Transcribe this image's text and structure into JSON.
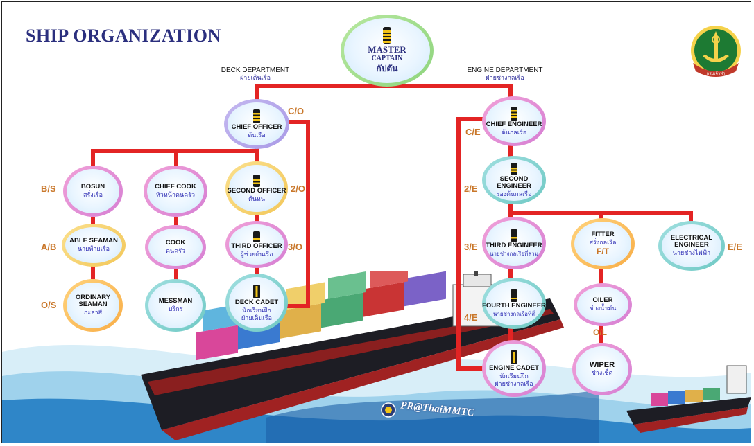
{
  "title": "SHIP ORGANIZATION",
  "watermark": "PR@ThaiMMTC",
  "emblem": {
    "icon": "thai-marine-emblem",
    "text": "กรมเจ้าท่า"
  },
  "departments": {
    "deck": {
      "en": "DECK DEPARTMENT",
      "th": "ฝ่ายเดินเรือ"
    },
    "engine": {
      "en": "ENGINE DEPARTMENT",
      "th": "ฝ่ายช่างกลเรือ"
    }
  },
  "master": {
    "en1": "MASTER",
    "en2": "CAPTAIN",
    "th": "กัปตัน"
  },
  "deck": {
    "chief_officer": {
      "en": "CHIEF OFFICER",
      "th": "ต้นเรือ",
      "abbr": "C/O"
    },
    "bosun": {
      "en": "BOSUN",
      "th": "สรั่งเรือ",
      "abbr": "B/S"
    },
    "chief_cook": {
      "en": "CHIEF COOK",
      "th": "หัวหน้าคนครัว"
    },
    "second_officer": {
      "en": "SECOND OFFICER",
      "th": "ต้นหน",
      "abbr": "2/O"
    },
    "able_seaman": {
      "en": "ABLE SEAMAN",
      "th": "นายท้ายเรือ",
      "abbr": "A/B"
    },
    "cook": {
      "en": "COOK",
      "th": "คนครัว"
    },
    "third_officer": {
      "en": "THIRD OFFICER",
      "th": "ผู้ช่วยต้นเรือ",
      "abbr": "3/O"
    },
    "ordinary_seaman": {
      "en1": "ORDINARY",
      "en2": "SEAMAN",
      "th": "กะลาสี",
      "abbr": "O/S"
    },
    "messman": {
      "en": "MESSMAN",
      "th": "บริกร"
    },
    "deck_cadet": {
      "en": "DECK CADET",
      "th1": "นักเรียนฝึก",
      "th2": "ฝ่ายเดินเรือ"
    }
  },
  "engine": {
    "chief_engineer": {
      "en": "CHIEF ENGINEER",
      "th": "ต้นกลเรือ",
      "abbr": "C/E"
    },
    "second_engineer": {
      "en": "SECOND ENGINEER",
      "th": "รองต้นกลเรือ",
      "abbr": "2/E"
    },
    "third_engineer": {
      "en": "THIRD ENGINEER",
      "th": "นายช่างกลเรือที่สาม",
      "abbr": "3/E"
    },
    "fitter": {
      "en": "FITTER",
      "th": "สรั่งกลเรือ",
      "abbr": "F/T"
    },
    "electrical_engineer": {
      "en1": "ELECTRICAL",
      "en2": "ENGINEER",
      "th": "นายช่างไฟฟ้า",
      "abbr": "E/E"
    },
    "fourth_engineer": {
      "en": "FOURTH ENGINEER",
      "th": "นายช่างกลเรือที่สี่",
      "abbr": "4/E"
    },
    "oiler": {
      "en": "OILER",
      "th": "ช่างน้ำมัน",
      "abbr": "O/L"
    },
    "engine_cadet": {
      "en": "ENGINE CADET",
      "th1": "นักเรียนฝึก",
      "th2": "ฝ่ายช่างกลเรือ"
    },
    "wiper": {
      "en": "WIPER",
      "th": "ช่างเช็ด"
    }
  },
  "colors": {
    "line": "#e32424",
    "title": "#2b2f7e",
    "abbr": "#c9772a",
    "thai_text": "#3030b5"
  }
}
